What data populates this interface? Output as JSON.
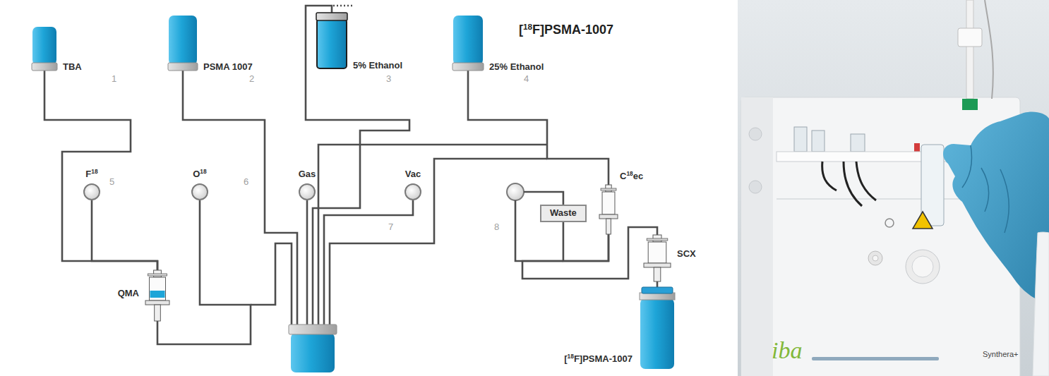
{
  "diagram": {
    "title": "[18F]PSMA-1007",
    "nodes": [
      {
        "text": [
          "TBA"
        ]
      },
      {
        "text": [
          "PSMA 1007"
        ]
      },
      {
        "text": [
          "5% Ethanol"
        ]
      },
      {
        "text": [
          "25% Ethanol"
        ]
      },
      {
        "text": [
          "F18"
        ]
      },
      {
        "text": [
          "O18"
        ]
      },
      {
        "text": [
          "Gas"
        ]
      },
      {
        "text": [
          "Vac"
        ]
      },
      {
        "text": [
          "Waste"
        ]
      },
      {
        "text": [
          "C18ec"
        ]
      },
      {
        "text": [
          "QMA"
        ]
      },
      {
        "text": [
          "SCX"
        ]
      },
      {
        "text": [
          "[18F]PSMA-1007"
        ]
      }
    ],
    "edges": [
      {
        "from": 0,
        "to": 10,
        "arrow": "none"
      },
      {
        "from": 4,
        "to": 10,
        "arrow": "none"
      },
      {
        "from": 10,
        "to": 5,
        "arrow": "none"
      },
      {
        "from": 3,
        "to": 9,
        "arrow": "none"
      },
      {
        "from": 9,
        "to": 8,
        "arrow": "none"
      },
      {
        "from": 9,
        "to": 11,
        "arrow": "none"
      },
      {
        "from": 11,
        "to": 12,
        "arrow": "none"
      }
    ],
    "labels": [
      "1",
      "2",
      "3",
      "4",
      "5",
      "6",
      "7",
      "8",
      "iba",
      "Synthera+"
    ]
  }
}
